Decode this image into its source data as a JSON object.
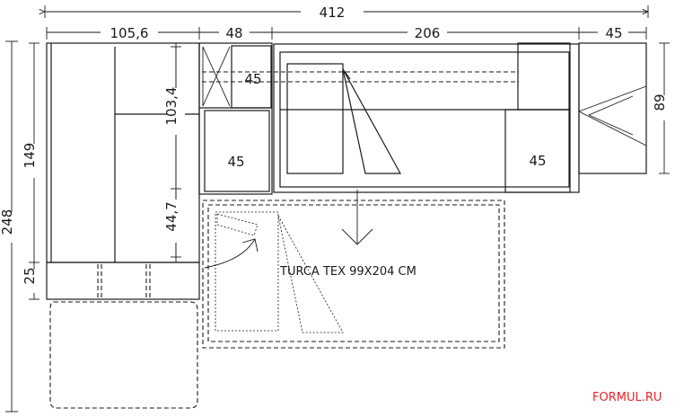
{
  "dimensions": {
    "total_width": "412",
    "corner_width": "105,6",
    "cabinet_width": "48",
    "bed_width": "206",
    "right_width": "45",
    "total_height": "248",
    "upper_height": "149",
    "base_height": "25",
    "right_height": "89",
    "cabinet_inner_height": "103,4",
    "cabinet_lower_height": "44,7"
  },
  "labels": {
    "cabinet_top_45": "45",
    "cabinet_bottom_45": "45",
    "bed_right_45": "45",
    "bed_caption": "TURCA TEX 99X204 CM"
  },
  "watermark": "FORMUL.RU",
  "colors": {
    "line": "#1a1a1a",
    "watermark": "#e8242a"
  }
}
